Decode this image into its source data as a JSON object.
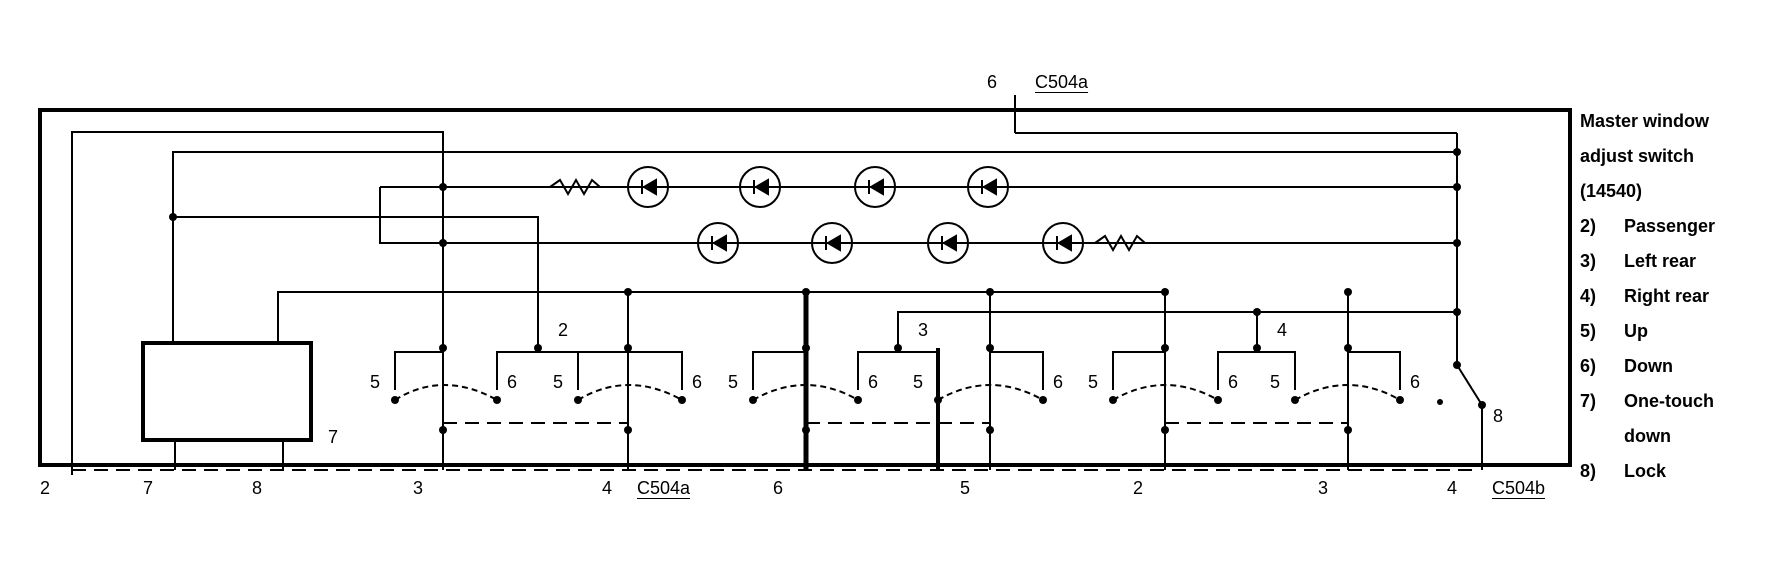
{
  "top_pin": {
    "number": "6",
    "connector": "C504a"
  },
  "bottom_pins": [
    {
      "key": "p2a",
      "label": "2"
    },
    {
      "key": "p7",
      "label": "7"
    },
    {
      "key": "p8",
      "label": "8"
    },
    {
      "key": "p3a",
      "label": "3"
    },
    {
      "key": "p4a",
      "label": "4"
    },
    {
      "key": "p6",
      "label": "6"
    },
    {
      "key": "p5",
      "label": "5"
    },
    {
      "key": "p2b",
      "label": "2"
    },
    {
      "key": "p3b",
      "label": "3"
    },
    {
      "key": "p4b",
      "label": "4"
    }
  ],
  "connectors": {
    "left": "C504a",
    "right": "C504b"
  },
  "module_pin_label": "7",
  "lock_contact_label": "8",
  "switch_group_labels": {
    "g1": "2",
    "g2": "3",
    "g3": "4"
  },
  "contact_labels": {
    "up": "5",
    "down": "6"
  },
  "legend": {
    "title_lines": [
      "Master window",
      "adjust switch",
      "(14540)"
    ],
    "items": [
      {
        "num": "2)",
        "text": "Passenger"
      },
      {
        "num": "3)",
        "text": "Left rear"
      },
      {
        "num": "4)",
        "text": "Right rear"
      },
      {
        "num": "5)",
        "text": "Up"
      },
      {
        "num": "6)",
        "text": "Down"
      },
      {
        "num": "7)",
        "text": "One-touch",
        "cont": "down"
      },
      {
        "num": "8)",
        "text": "Lock"
      }
    ]
  }
}
